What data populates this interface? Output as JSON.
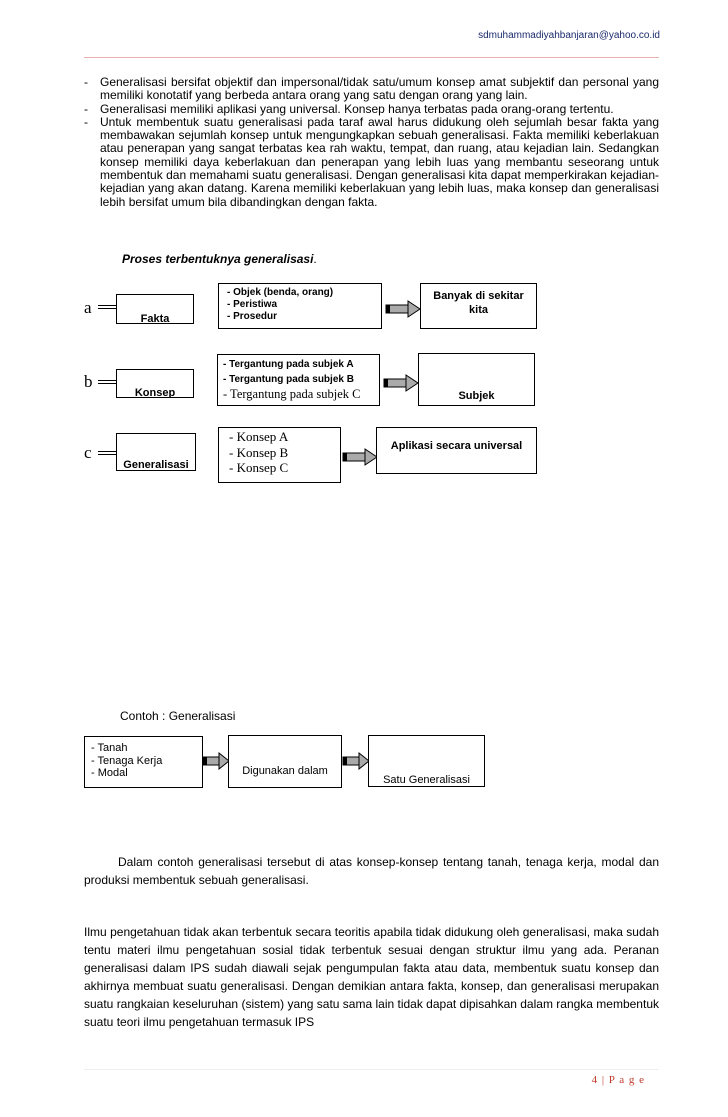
{
  "header": {
    "email": "sdmuhammadiyahbanjaran@yahoo.co.id"
  },
  "bullets": [
    {
      "dash": "-",
      "text": "Generalisasi bersifat objektif dan impersonal/tidak satu/umum konsep amat subjektif dan personal yang memiliki konotatif yang berbeda antara orang yang satu dengan orang yang lain."
    },
    {
      "dash": "-",
      "text": "Generalisasi memiliki aplikasi yang universal. Konsep hanya terbatas pada orang-orang tertentu."
    },
    {
      "dash": "-",
      "text": "Untuk membentuk suatu generalisasi pada taraf awal harus didukung oleh sejumlah besar fakta yang membawakan sejumlah konsep untuk mengungkapkan sebuah generalisasi. Fakta memiliki keberlakuan atau penerapan yang sangat terbatas kea rah waktu, tempat, dan ruang, atau kejadian lain. Sedangkan konsep memiliki daya keberlakuan dan penerapan yang lebih luas yang membantu seseorang untuk membentuk dan memahami suatu generalisasi. Dengan generalisasi kita dapat memperkirakan kejadian-kejadian yang akan datang. Karena memiliki keberlakuan yang lebih luas, maka konsep dan generalisasi lebih bersifat umum bila dibandingkan dengan fakta."
    }
  ],
  "process": {
    "title": "Proses terbentuknya generalisasi",
    "title_suffix": ".",
    "rows": [
      {
        "letter": "a",
        "label": "Fakta",
        "items": [
          "- Objek (benda, orang)",
          "- Peristiwa",
          "- Prosedur"
        ],
        "result": "Banyak di sekitar kita"
      },
      {
        "letter": "b",
        "label": "Konsep",
        "items": [
          "- Tergantung pada subjek A",
          "- Tergantung pada subjek B",
          "- Tergantung pada subjek C"
        ],
        "result": "Subjek"
      },
      {
        "letter": "c",
        "label": "Generalisasi",
        "items": [
          "- Konsep A",
          "- Konsep B",
          "- Konsep C"
        ],
        "result": "Aplikasi secara universal"
      }
    ]
  },
  "example": {
    "title": "Contoh : Generalisasi",
    "items": [
      "- Tanah",
      "- Tenaga Kerja",
      "- Modal"
    ],
    "middle": "Digunakan dalam",
    "result": "Satu Generalisasi"
  },
  "paragraphs": [
    "Dalam contoh generalisasi tersebut di atas  konsep-konsep tentang tanah, tenaga kerja, modal dan produksi membentuk sebuah generalisasi.",
    "Ilmu pengetahuan tidak akan terbentuk secara teoritis apabila tidak didukung oleh generalisasi, maka sudah tentu materi ilmu pengetahuan sosial tidak terbentuk sesuai dengan struktur ilmu yang ada. Peranan generalisasi dalam IPS sudah diawali sejak pengumpulan fakta atau data, membentuk suatu konsep dan akhirnya membuat suatu generalisasi. Dengan demikian antara fakta, konsep, dan generalisasi merupakan suatu rangkaian keseluruhan (sistem) yang satu sama lain tidak dapat dipisahkan dalam rangka membentuk suatu teori ilmu pengetahuan termasuk IPS"
  ],
  "footer": {
    "page": "4 | P a g e"
  }
}
